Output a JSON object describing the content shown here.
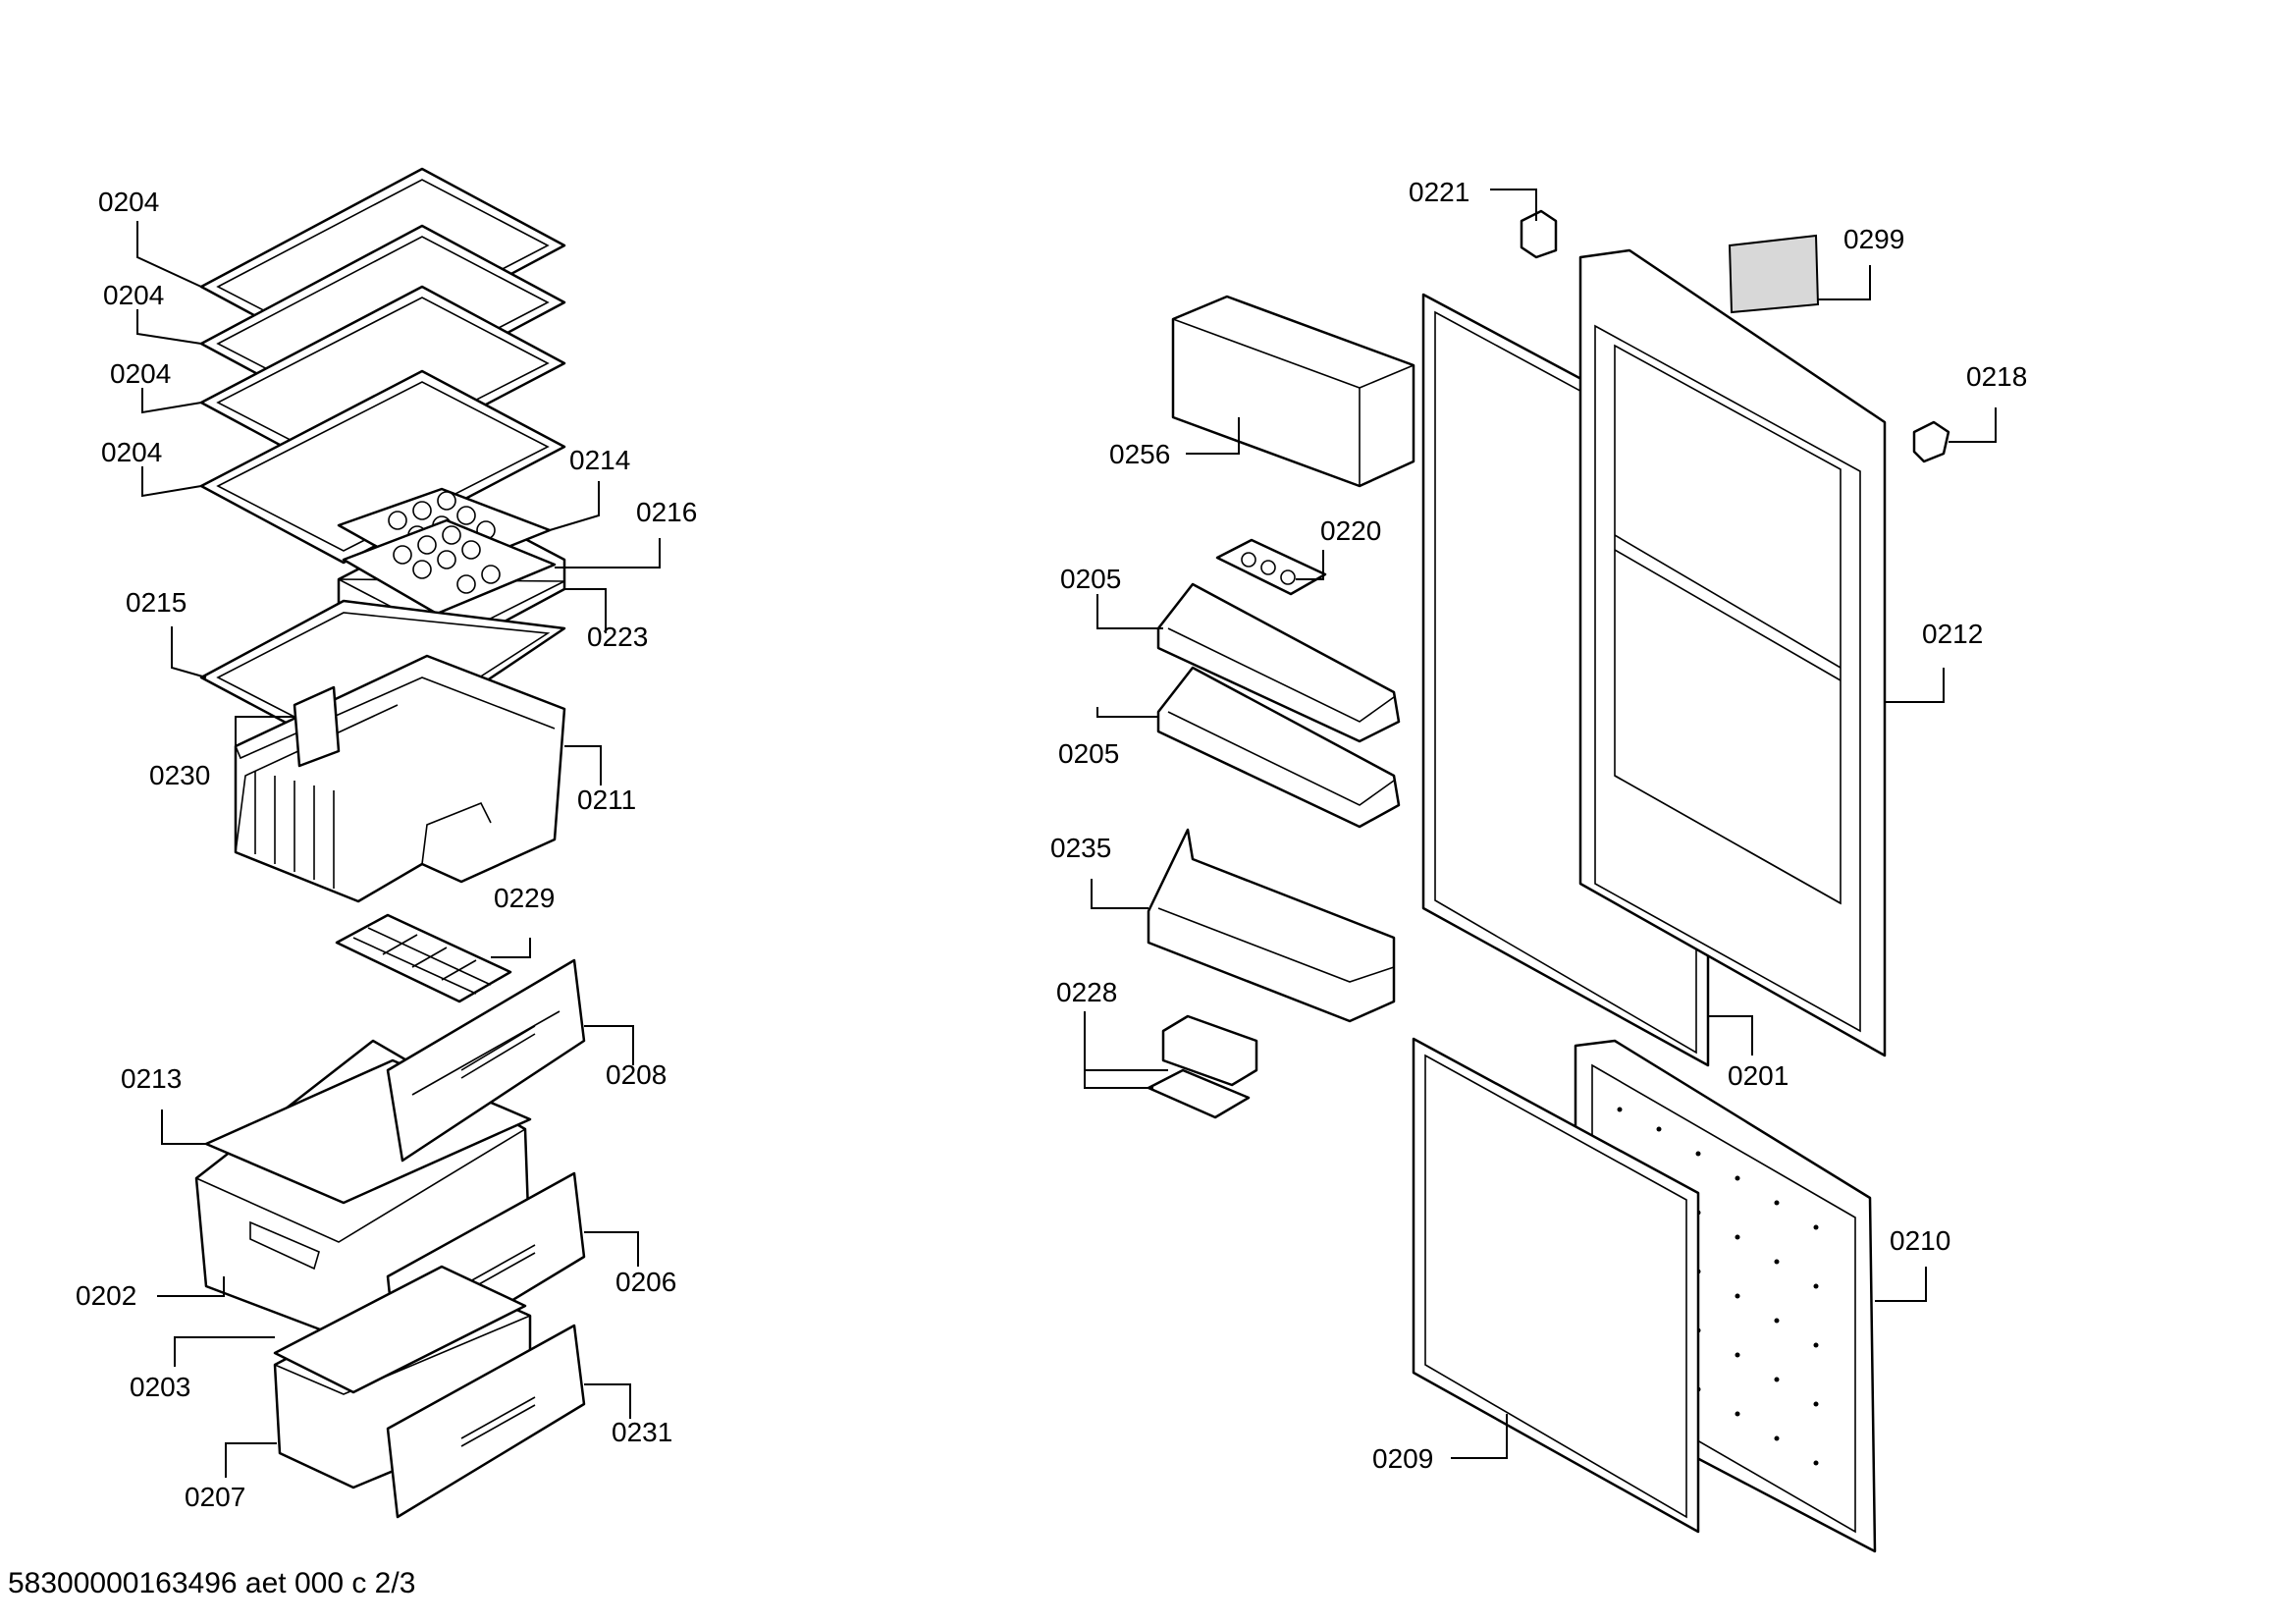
{
  "document_id": "58300000163496 aet 000 c 2/3",
  "callouts": {
    "c0204a": "0204",
    "c0204b": "0204",
    "c0204c": "0204",
    "c0204d": "0204",
    "c0214": "0214",
    "c0216": "0216",
    "c0223": "0223",
    "c0215": "0215",
    "c0230": "0230",
    "c0211": "0211",
    "c0229": "0229",
    "c0213": "0213",
    "c0208": "0208",
    "c0202": "0202",
    "c0206": "0206",
    "c0203": "0203",
    "c0231": "0231",
    "c0207": "0207",
    "c0221": "0221",
    "c0299": "0299",
    "c0218": "0218",
    "c0256": "0256",
    "c0220": "0220",
    "c0205a": "0205",
    "c0205b": "0205",
    "c0212": "0212",
    "c0235": "0235",
    "c0228": "0228",
    "c0201": "0201",
    "c0210": "0210",
    "c0209": "0209"
  }
}
